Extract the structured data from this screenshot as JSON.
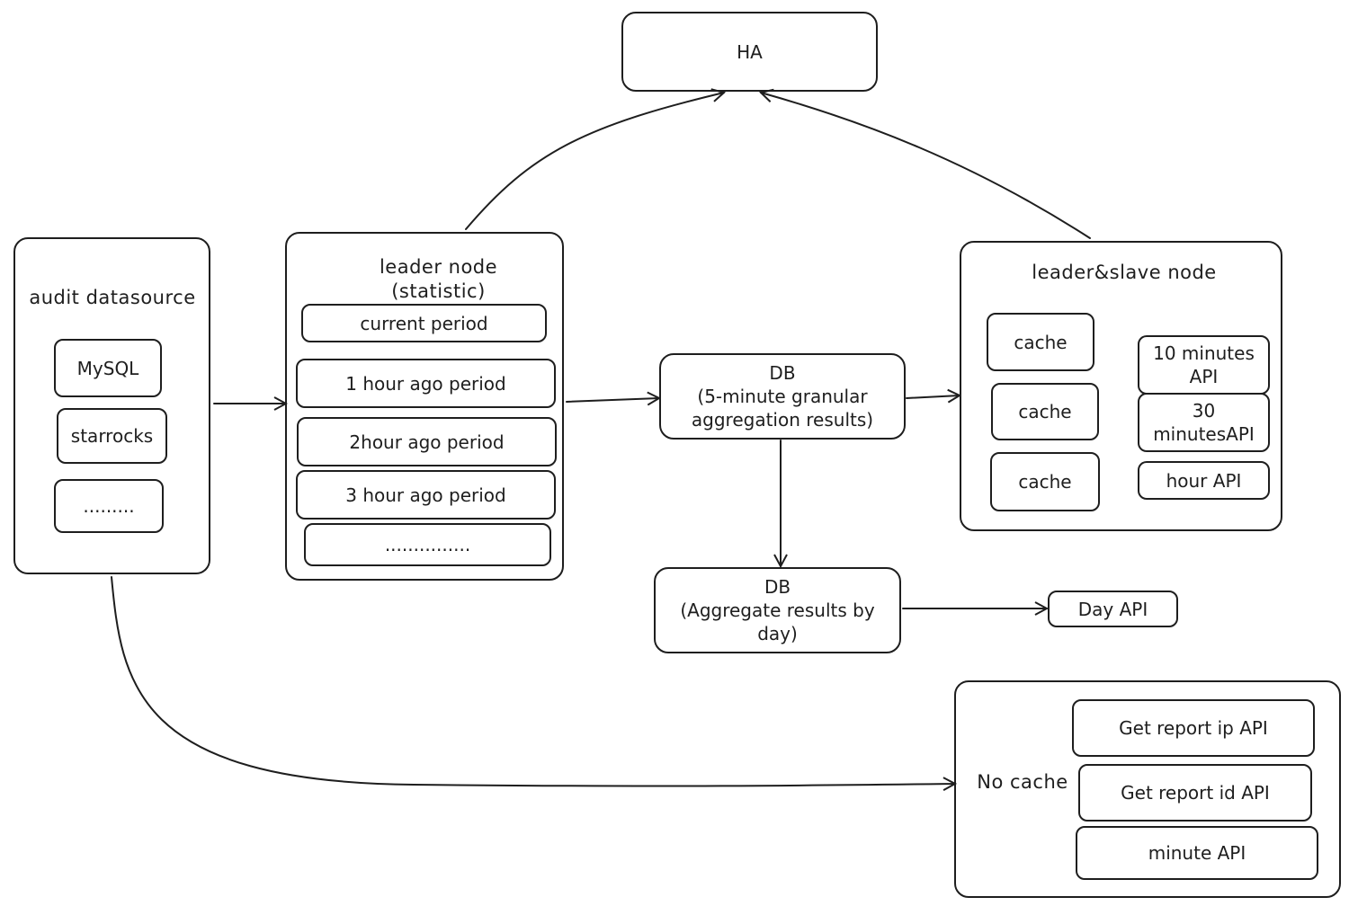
{
  "ha": {
    "label": "HA"
  },
  "audit": {
    "title": "audit datasource",
    "items": [
      "MySQL",
      "starrocks",
      "........."
    ]
  },
  "leader": {
    "title": "leader node\n(statistic)",
    "periods": [
      "current period",
      "1 hour ago period",
      "2hour ago period",
      "3 hour ago period",
      "..............."
    ]
  },
  "db5": {
    "label": "DB\n(5-minute granular\naggregation results)"
  },
  "dbday": {
    "label": "DB\n(Aggregate results by\nday)"
  },
  "slave": {
    "title": "leader&slave node",
    "caches": [
      "cache",
      "cache",
      "cache"
    ],
    "apis": [
      "10 minutes\nAPI",
      "30\nminutesAPI",
      "hour API"
    ]
  },
  "day_api": {
    "label": "Day API"
  },
  "nocache": {
    "title": "No cache",
    "apis": [
      "Get report ip API",
      "Get report id API",
      "minute API"
    ]
  }
}
